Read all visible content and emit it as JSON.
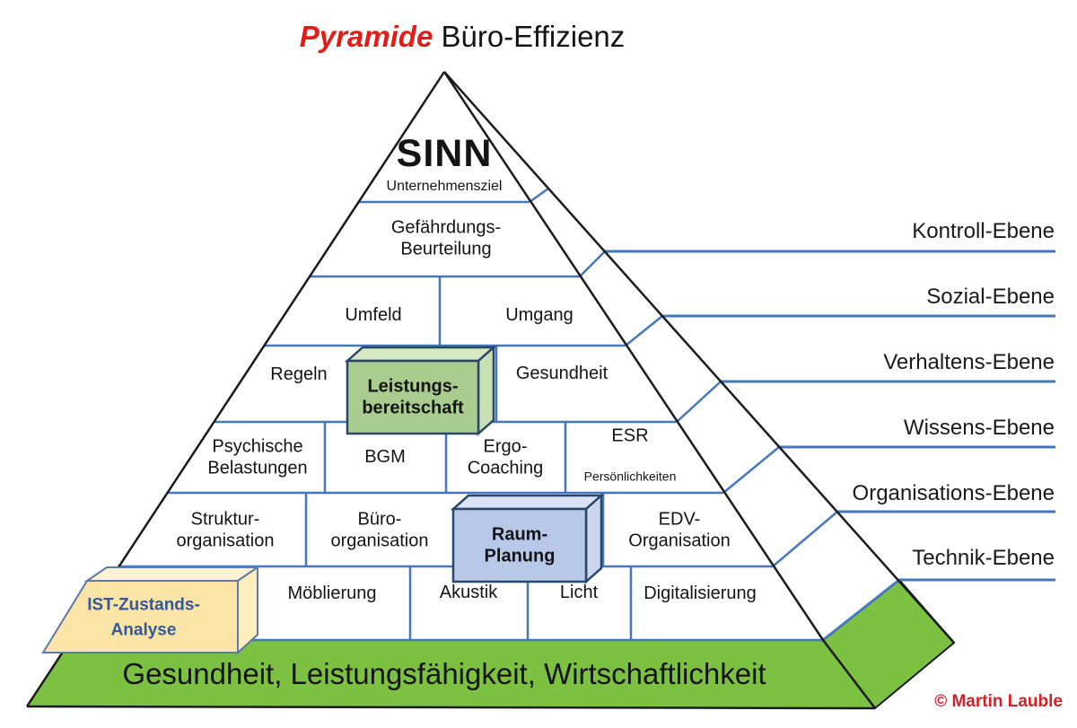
{
  "diagram": {
    "title_highlight": "Pyramide",
    "title_rest": " Büro-Effizienz",
    "apex_title": "SINN",
    "apex_subtitle": "Unternehmensziel",
    "base_label": "Gesundheit, Leistungsfähigkeit, Wirtschaftlichkeit",
    "copyright": "© Martin Lauble",
    "ebenen": [
      "Kontroll-Ebene",
      "Sozial-Ebene",
      "Verhaltens-Ebene",
      "Wissens-Ebene",
      "Organisations-Ebene",
      "Technik-Ebene"
    ],
    "cells": {
      "gefaehrdung": "Gefährdungs-\nBeurteilung",
      "umfeld": "Umfeld",
      "umgang": "Umgang",
      "regeln": "Regeln",
      "leistungsbereitschaft": "Leistungs-\nbereitschaft",
      "gesundheit": "Gesundheit",
      "psychische": "Psychische\nBelastungen",
      "bgm": "BGM",
      "ergo": "Ergo-\nCoaching",
      "esr": "ESR",
      "esr_sub": "Persönlichkeiten",
      "struktur": "Struktur-\norganisation",
      "buero": "Büro-\norganisation",
      "raumplanung": "Raum-\nPlanung",
      "edv": "EDV-\nOrganisation",
      "ist": "IST-Zustands-\nAnalyse",
      "moeblierung": "Möblierung",
      "akustik": "Akustik",
      "licht": "Licht",
      "digitalisierung": "Digitalisierung"
    },
    "colors": {
      "accent_line_blue": "#4577be",
      "edge_black": "#1b1b1b",
      "base_green": "#7cc142",
      "box_green_front": "#a9cd8e",
      "box_green_top": "#d8e9c6",
      "box_blue_front": "#b7c8e8",
      "box_blue_top": "#dae2f3",
      "box_yellow_front": "#fbe5a6",
      "box_yellow_top": "#fdf3d4",
      "box_border": "#27476b",
      "yellow_box_border": "#5d79a5",
      "ist_text_blue": "#33589c",
      "title_red": "#e41b17",
      "copyright_red": "#d62027"
    }
  }
}
